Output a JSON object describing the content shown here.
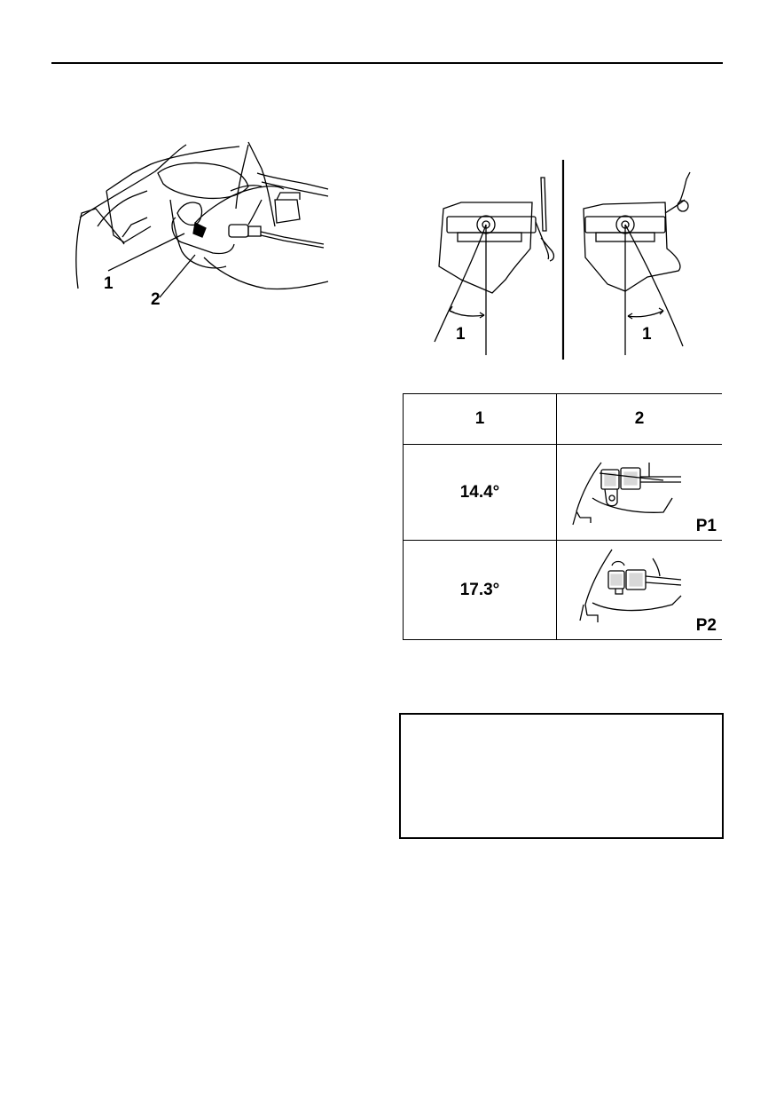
{
  "figure_top_left": {
    "callouts": [
      "1",
      "2"
    ]
  },
  "figure_top_right": {
    "left_callout": "1",
    "right_callout": "1"
  },
  "spec_table": {
    "headers": [
      "1",
      "2"
    ],
    "rows": [
      {
        "angle": "14.4°",
        "image_label": "P1"
      },
      {
        "angle": "17.3°",
        "image_label": "P2"
      }
    ]
  }
}
